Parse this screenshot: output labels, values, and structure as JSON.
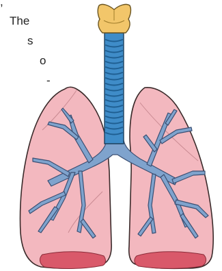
{
  "text_fragments": [
    ",",
    "The",
    "s",
    "o",
    "-"
  ],
  "colors": {
    "lung_fill": "#f3b8bf",
    "lung_stroke": "#3a2a2a",
    "lung_base": "#d9596a",
    "trachea": "#3f8cc8",
    "trachea_ring": "#1f5f92",
    "larynx": "#f2c66a",
    "bronchi": "#7fa3cd",
    "bronchi_stroke": "#3b4f73"
  }
}
